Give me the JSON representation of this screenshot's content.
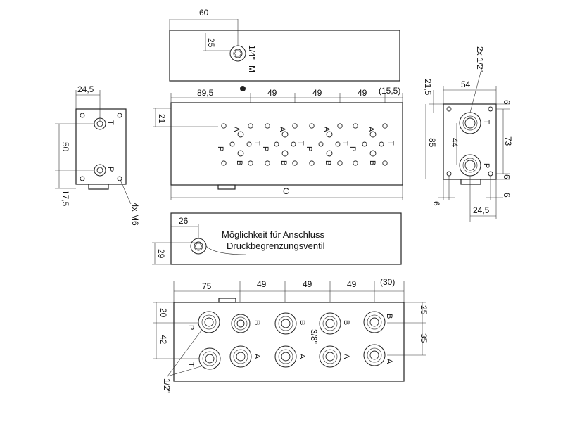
{
  "dims": {
    "top_60": "60",
    "top_25": "25",
    "top_quarter": "1/4\"",
    "top_M": "M",
    "f_89_5": "89,5",
    "f_49a": "49",
    "f_49b": "49",
    "f_49c": "49",
    "f_15_5": "(15,5)",
    "f_21": "21",
    "f_C": "C",
    "l_24_5": "24,5",
    "l_50": "50",
    "l_17_5": "17,5",
    "l_4xM6": "4x M6",
    "r_54": "54",
    "r_21_5": "21,5",
    "r_2x_half": "2x 1/2\"",
    "r_6_top": "6",
    "r_85": "85",
    "r_44": "44",
    "r_73": "73",
    "r_6_mid": "6",
    "r_6_bl": "6",
    "r_6_br": "6",
    "r_24_5": "24,5",
    "s_26": "26",
    "s_29": "29",
    "b_75": "75",
    "b_49a": "49",
    "b_49b": "49",
    "b_49c": "49",
    "b_30": "(30)",
    "b_20": "20",
    "b_42": "42",
    "b_25": "25",
    "b_35": "35",
    "b_3_8": "3/8\"",
    "b_half": "1/2\""
  },
  "note": {
    "line1": "Möglichkeit für Anschluss",
    "line2": "Druckbegrenzungsventil"
  },
  "ports": {
    "T": "T",
    "P": "P",
    "A": "A",
    "B": "B"
  }
}
